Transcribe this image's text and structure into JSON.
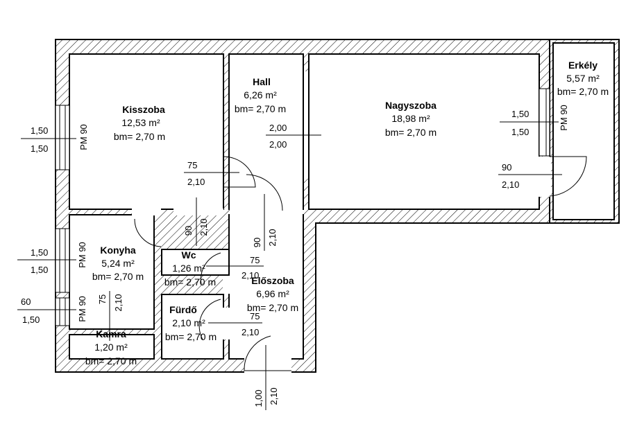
{
  "plan": {
    "rooms": {
      "kisszoba": {
        "name": "Kisszoba",
        "area": "12,53 m²",
        "height": "bm= 2,70 m"
      },
      "hall": {
        "name": "Hall",
        "area": "6,26 m²",
        "height": "bm= 2,70 m"
      },
      "nagyszoba": {
        "name": "Nagyszoba",
        "area": "18,98 m²",
        "height": "bm= 2,70 m"
      },
      "erkely": {
        "name": "Erkély",
        "area": "5,57 m²",
        "height": "bm= 2,70 m"
      },
      "konyha": {
        "name": "Konyha",
        "area": "5,24 m²",
        "height": "bm= 2,70 m"
      },
      "wc": {
        "name": "Wc",
        "area": "1,26 m²",
        "height": "bm= 2,70 m"
      },
      "eloszoba": {
        "name": "Előszoba",
        "area": "6,96 m²",
        "height": "bm= 2,70 m"
      },
      "furdo": {
        "name": "Fürdő",
        "area": "2,10 m²",
        "height": "bm= 2,70 m"
      },
      "kamra": {
        "name": "Kamra",
        "area": "1,20 m²",
        "height": "bm= 2,70 m"
      }
    },
    "openings": {
      "kisszoba_window": {
        "w": "1,50",
        "h": "1,50",
        "sill": "PM 90"
      },
      "konyha_window": {
        "w": "1,50",
        "h": "1,50",
        "sill": "PM 90"
      },
      "kamra_window": {
        "w": "60",
        "h": "1,50",
        "sill": "PM 90"
      },
      "nagyszoba_window": {
        "w": "1,50",
        "h": "1,50",
        "sill": "PM 90"
      },
      "balcony_door": {
        "w": "90",
        "h": "2,10"
      },
      "hall_opening": {
        "w": "2,00",
        "h": "2,00"
      },
      "kisszoba_door": {
        "w": "75",
        "h": "2,10"
      },
      "konyha_door": {
        "w": "90",
        "h": "2,10"
      },
      "hall_door": {
        "w": "90",
        "h": "2,10"
      },
      "wc_door": {
        "w": "75",
        "h": "2,10"
      },
      "furdo_door": {
        "w": "75",
        "h": "2,10"
      },
      "kamra_door": {
        "w": "75",
        "h": "2,10"
      },
      "entrance_door": {
        "w": "1,00",
        "h": "2,10"
      }
    }
  }
}
